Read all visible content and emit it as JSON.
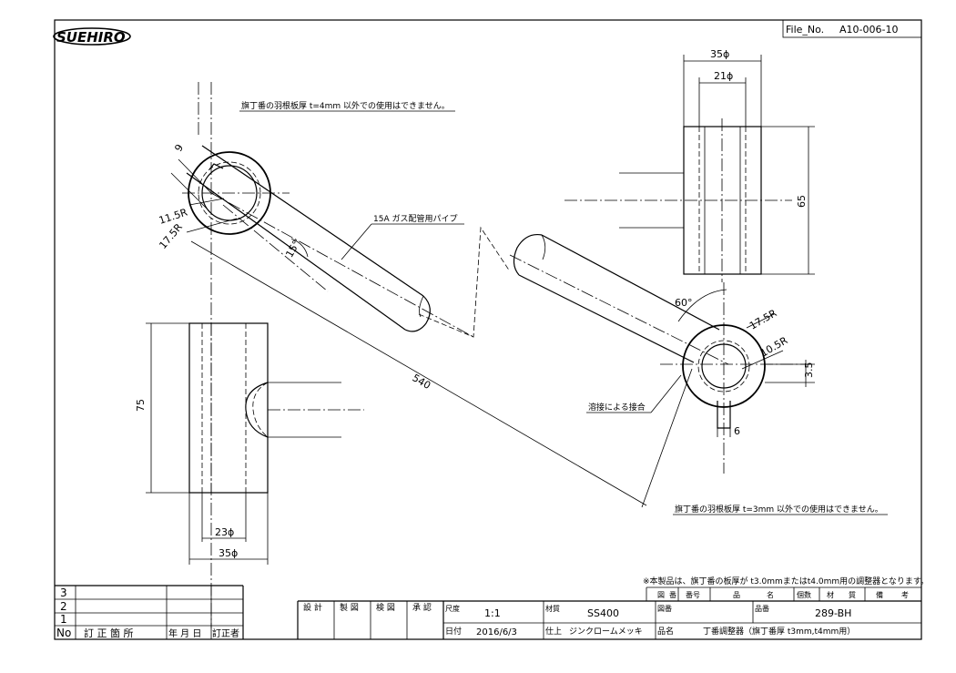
{
  "logo": {
    "text": "SUEHIRO"
  },
  "file_no": {
    "label": "File_No.",
    "value": "A10-006-10"
  },
  "notes": {
    "top": "旗丁番の羽根板厚 t=4mm 以外での使用はできません。",
    "bottom": "旗丁番の羽根板厚 t=3mm 以外での使用はできません。",
    "pipe": "15A ガス配管用パイプ",
    "weld": "溶接による接合",
    "product": "※本製品は、旗丁番の板厚が t3.0mmまたはt4.0mm用の調整器となります。"
  },
  "dims": {
    "left_r1": "11.5R",
    "left_r2": "17.5R",
    "left_gap": "9",
    "left_angle": "15°",
    "length": "540",
    "right_angle": "60°",
    "right_r1": "17.5R",
    "right_r2": "10.5R",
    "right_gap": "3.5",
    "right_slot": "6",
    "top_od": "35ϕ",
    "top_id": "21ϕ",
    "top_h": "65",
    "bot_od": "35ϕ",
    "bot_id": "23ϕ",
    "bot_h": "75"
  },
  "revision": {
    "rows": [
      "3",
      "2",
      "1"
    ],
    "head": {
      "no": "No",
      "desc": "訂 正 箇 所",
      "date": "年 月 日",
      "by": "訂正者"
    }
  },
  "title_block": {
    "approvals": [
      "設 計",
      "製 図",
      "検 図",
      "承 認"
    ],
    "scale_label": "尺度",
    "scale": "1:1",
    "material_label": "材質",
    "material": "SS400",
    "drawing_no_label": "図番",
    "item_no_label": "品番",
    "item_no": "289-BH",
    "date_label": "日付",
    "date": "2016/6/3",
    "finish_label": "仕上",
    "finish": "ジンクロームメッキ",
    "name_label": "品名",
    "name": "丁番調整器（旗丁番厚 t3mm,t4mm用）",
    "parts_head": [
      "図",
      "番",
      "番号",
      "品",
      "名",
      "個数",
      "材",
      "質",
      "備",
      "考"
    ]
  }
}
